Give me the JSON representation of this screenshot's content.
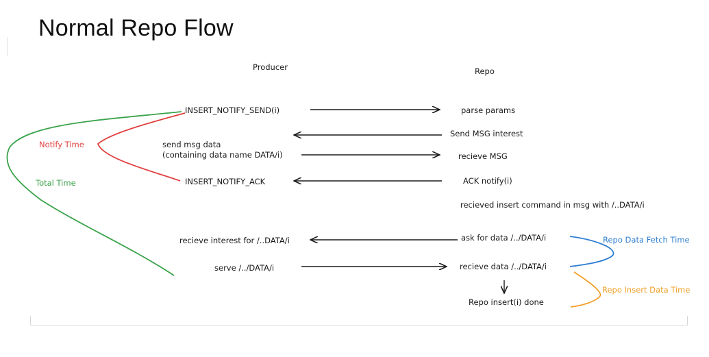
{
  "title": "Normal Repo Flow",
  "columns": {
    "producer": "Producer",
    "repo": "Repo"
  },
  "producer_steps": {
    "s1": "INSERT_NOTIFY_SEND(i)",
    "s2a": "send msg data",
    "s2b": "(containing data name DATA/i)",
    "s3": "INSERT_NOTIFY_ACK",
    "s4": "recieve interest for /..DATA/i",
    "s5": "serve /../DATA/i"
  },
  "repo_steps": {
    "r1": "parse params",
    "r2": "Send MSG interest",
    "r3": "recieve MSG",
    "r4": "ACK notify(i)",
    "r5": "recieved insert command in msg with /..DATA/i",
    "r6": "ask for data /../DATA/i",
    "r7": "recieve data /../DATA/i",
    "r8": "Repo insert(i) done"
  },
  "timings": {
    "notify": "Notify Time",
    "total": "Total Time",
    "fetch": "Repo Data Fetch Time",
    "insert": "Repo Insert Data Time"
  },
  "colors": {
    "notify": "#e0403f",
    "total": "#3aa34a",
    "fetch": "#2f7fd1",
    "insert": "#f0a028",
    "arrow": "#1a1a1a"
  }
}
